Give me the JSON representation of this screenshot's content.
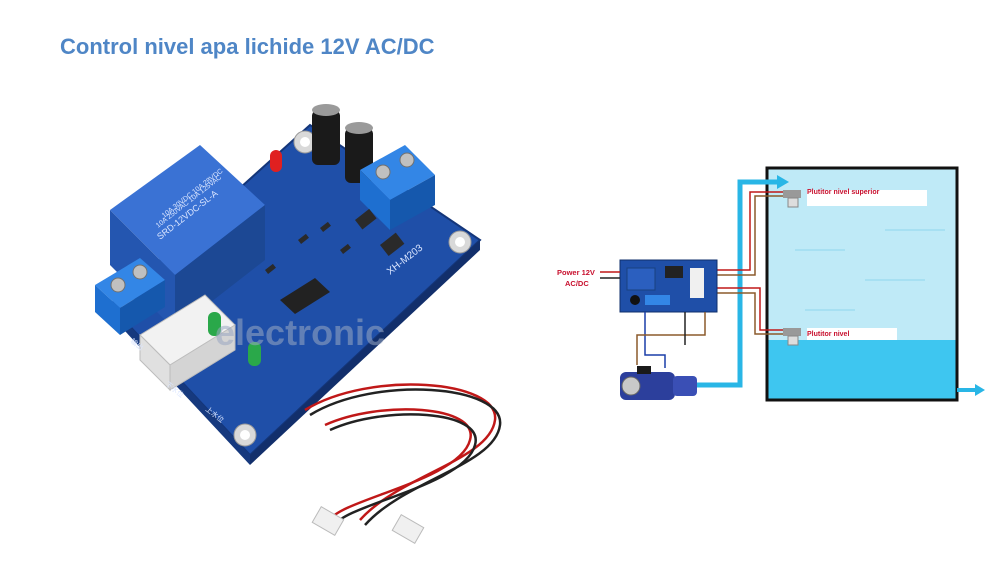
{
  "page": {
    "title": "Control nivel apa lichide 12V AC/DC"
  },
  "product_photo": {
    "watermark": "electronic",
    "relay_text": [
      "SRD-12VDC-SL-A",
      "10A 250VAC 10A 125VAC",
      "10A 30VDC 10A 28VDC"
    ],
    "board_text": "XH-M203",
    "pin_labels": [
      "输出",
      "下水位",
      "上水位"
    ],
    "colors": {
      "board": "#1f4fa8",
      "relay": "#2b5fbf",
      "terminal": "#1e6fd0",
      "led_red": "#e02020",
      "led_green": "#2aa84a"
    }
  },
  "wiring_diagram": {
    "power_label_line1": "Power 12V",
    "power_label_line2": "AC/DC",
    "sensor_top_label": "Plutitor nivel superior",
    "sensor_bottom_label": "Plutitor nivel",
    "colors": {
      "label": "#c8102e",
      "water": "#3ec6f0",
      "water_light": "#bfeaf7",
      "pipe": "#29b6e6"
    }
  }
}
